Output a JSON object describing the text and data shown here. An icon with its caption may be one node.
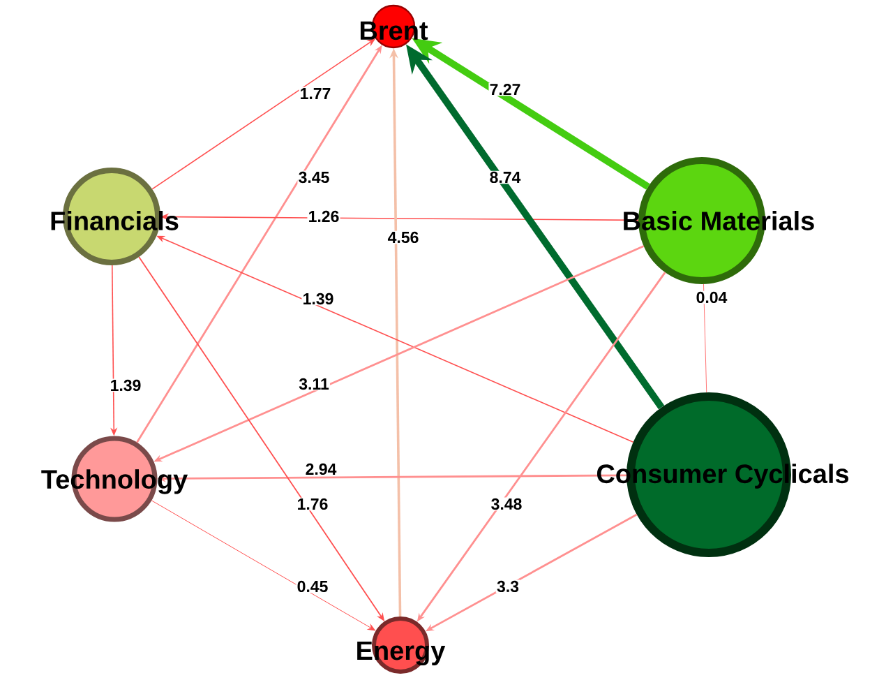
{
  "diagram": {
    "nodes": [
      {
        "text": [
          "Brent"
        ]
      },
      {
        "text": [
          "Financials"
        ]
      },
      {
        "text": [
          "Basic Materials"
        ]
      },
      {
        "text": [
          "Technology"
        ]
      },
      {
        "text": [
          "Consumer Cyclicals"
        ]
      },
      {
        "text": [
          "Energy"
        ]
      }
    ],
    "edges": [
      {
        "from": 1,
        "to": 0,
        "arrow": "to",
        "label": "1.77"
      },
      {
        "from": 3,
        "to": 0,
        "arrow": "to",
        "label": "3.45",
        "color": "#ff9090"
      },
      {
        "from": 2,
        "to": 1,
        "arrow": "to",
        "label": "1.26"
      },
      {
        "from": 5,
        "to": 0,
        "arrow": "to",
        "label": "4.56",
        "color": "#f4c0a8"
      },
      {
        "from": 2,
        "to": 0,
        "arrow": "to",
        "label": "7.27",
        "color": "#44cc11",
        "style": "thick"
      },
      {
        "from": 4,
        "to": 0,
        "arrow": "to",
        "label": "8.74",
        "color": "#006b2e",
        "style": "thick"
      },
      {
        "from": 4,
        "to": 1,
        "arrow": "to",
        "label": "1.39"
      },
      {
        "from": 2,
        "to": 4,
        "arrow": "none",
        "label": "0.04"
      },
      {
        "from": 1,
        "to": 3,
        "arrow": "to",
        "label": "1.39"
      },
      {
        "from": 2,
        "to": 3,
        "arrow": "to",
        "label": "3.11",
        "color": "#ff9090"
      },
      {
        "from": 4,
        "to": 3,
        "arrow": "to",
        "label": "2.94",
        "color": "#ff9090"
      },
      {
        "from": 1,
        "to": 5,
        "arrow": "to",
        "label": "1.76"
      },
      {
        "from": 2,
        "to": 5,
        "arrow": "to",
        "label": "3.48",
        "color": "#ff9090"
      },
      {
        "from": 3,
        "to": 5,
        "arrow": "to",
        "label": "0.45"
      },
      {
        "from": 4,
        "to": 5,
        "arrow": "to",
        "label": "3.3",
        "color": "#ff9090"
      }
    ]
  }
}
